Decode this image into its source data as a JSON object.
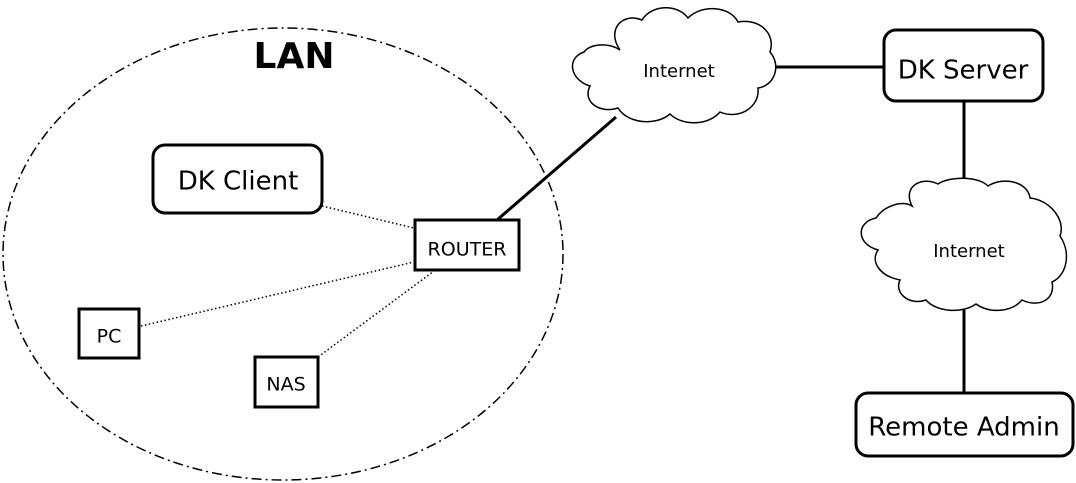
{
  "lan": {
    "title": "LAN"
  },
  "nodes": {
    "dk_client": "DK Client",
    "router": "ROUTER",
    "pc": "PC",
    "nas": "NAS",
    "dk_server": "DK Server",
    "remote_admin": "Remote Admin",
    "internet_top": "Internet",
    "internet_right": "Internet"
  },
  "colors": {
    "stroke": "#000000",
    "background": "#ffffff"
  }
}
